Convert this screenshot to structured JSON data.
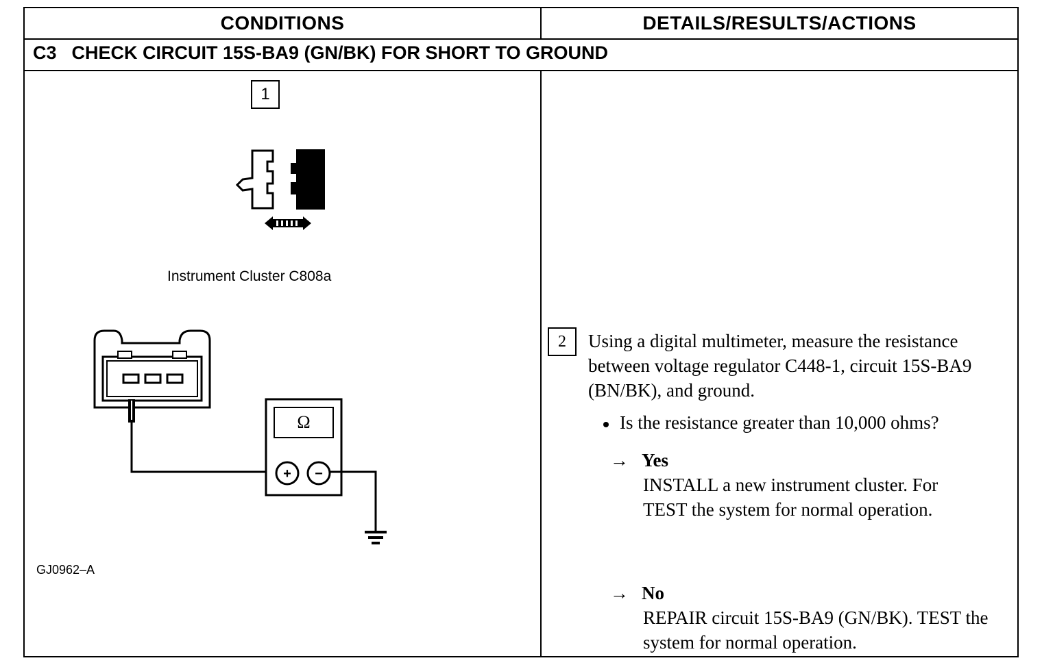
{
  "headers": {
    "conditions": "CONDITIONS",
    "details": "DETAILS/RESULTS/ACTIONS"
  },
  "step": {
    "code": "C3",
    "title": "CHECK CIRCUIT 15S-BA9 (GN/BK) FOR SHORT TO GROUND"
  },
  "left": {
    "substep1": "1",
    "connector_label": "Instrument Cluster C808a",
    "meter_symbol": "Ω",
    "plus": "+",
    "minus": "−",
    "figure_id": "GJ0962–A"
  },
  "right": {
    "substep2": "2",
    "instruction": "Using a digital multimeter, measure the resistance between voltage regulator C448-1, circuit 15S-BA9 (BN/BK), and ground.",
    "question": "Is the resistance greater than 10,000 ohms?",
    "yes": {
      "arrow": "→",
      "label": "Yes",
      "text": "INSTALL a new instrument cluster. For TEST the system for normal operation."
    },
    "no": {
      "arrow": "→",
      "label": "No",
      "text": "REPAIR circuit 15S-BA9 (GN/BK). TEST the system for normal operation."
    }
  }
}
